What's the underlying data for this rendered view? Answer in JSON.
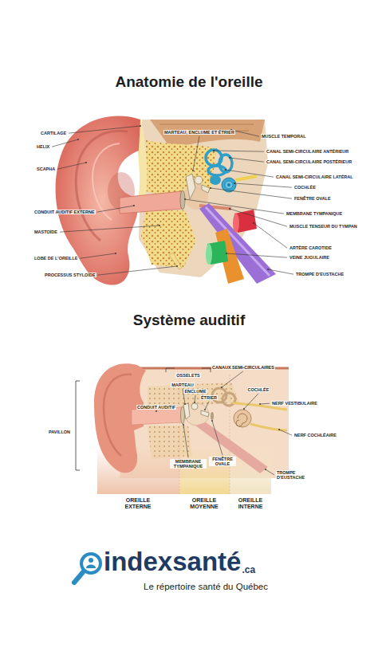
{
  "diagram": {
    "title": "Anatomie de l'oreille",
    "labels": [
      "Système auditif",
      "CARTILAGE",
      "HELIX",
      "SCAPHA",
      "CONDUIT AUDITIF EXTERNE",
      "MASTOÏDE",
      "LOBE DE L'OREILLE",
      "PROCESSUS STYLOÏDE",
      "MARTEAU, ENCLUME ET ÉTRIER",
      "MUSCLE TEMPORAL",
      "CANAL SEMI-CIRCULAIRE ANTÉRIEUR",
      "CANAL SEMI-CIRCULAIRE POSTÉRIEUR",
      "CANAL SEMI-CIRCULAIRE LATÉRAL",
      "COCHLÉE",
      "FENÊTRE OVALE",
      "MEMBRANE TYMPANIQUE",
      "MUSCLE TENSEUR DU TYMPAN",
      "ARTÈRE CAROTIDE",
      "VEINE JUGULAIRE",
      "TROMPE D'EUSTACHE",
      "OSSELETS",
      "CANAUX SEMI-CIRCULAIRES",
      "MARTEAU",
      "ENCLUME",
      "ÉTRIER",
      "COCHLÉE",
      "NERF VESTIBULAIRE",
      "NERF COCHLÉAIRE",
      "PAVILLON",
      "CONDUIT AUDITIF",
      "MEMBRANE TYMPANIQUE",
      "FENÊTRE OVALE",
      "TROMPE D'EUSTACHE",
      "OREILLE EXTERNE",
      "OREILLE MOYENNE",
      "OREILLE INTERNE",
      "indexsanté",
      ".ca",
      "Le répertoire santé du Québec"
    ]
  }
}
